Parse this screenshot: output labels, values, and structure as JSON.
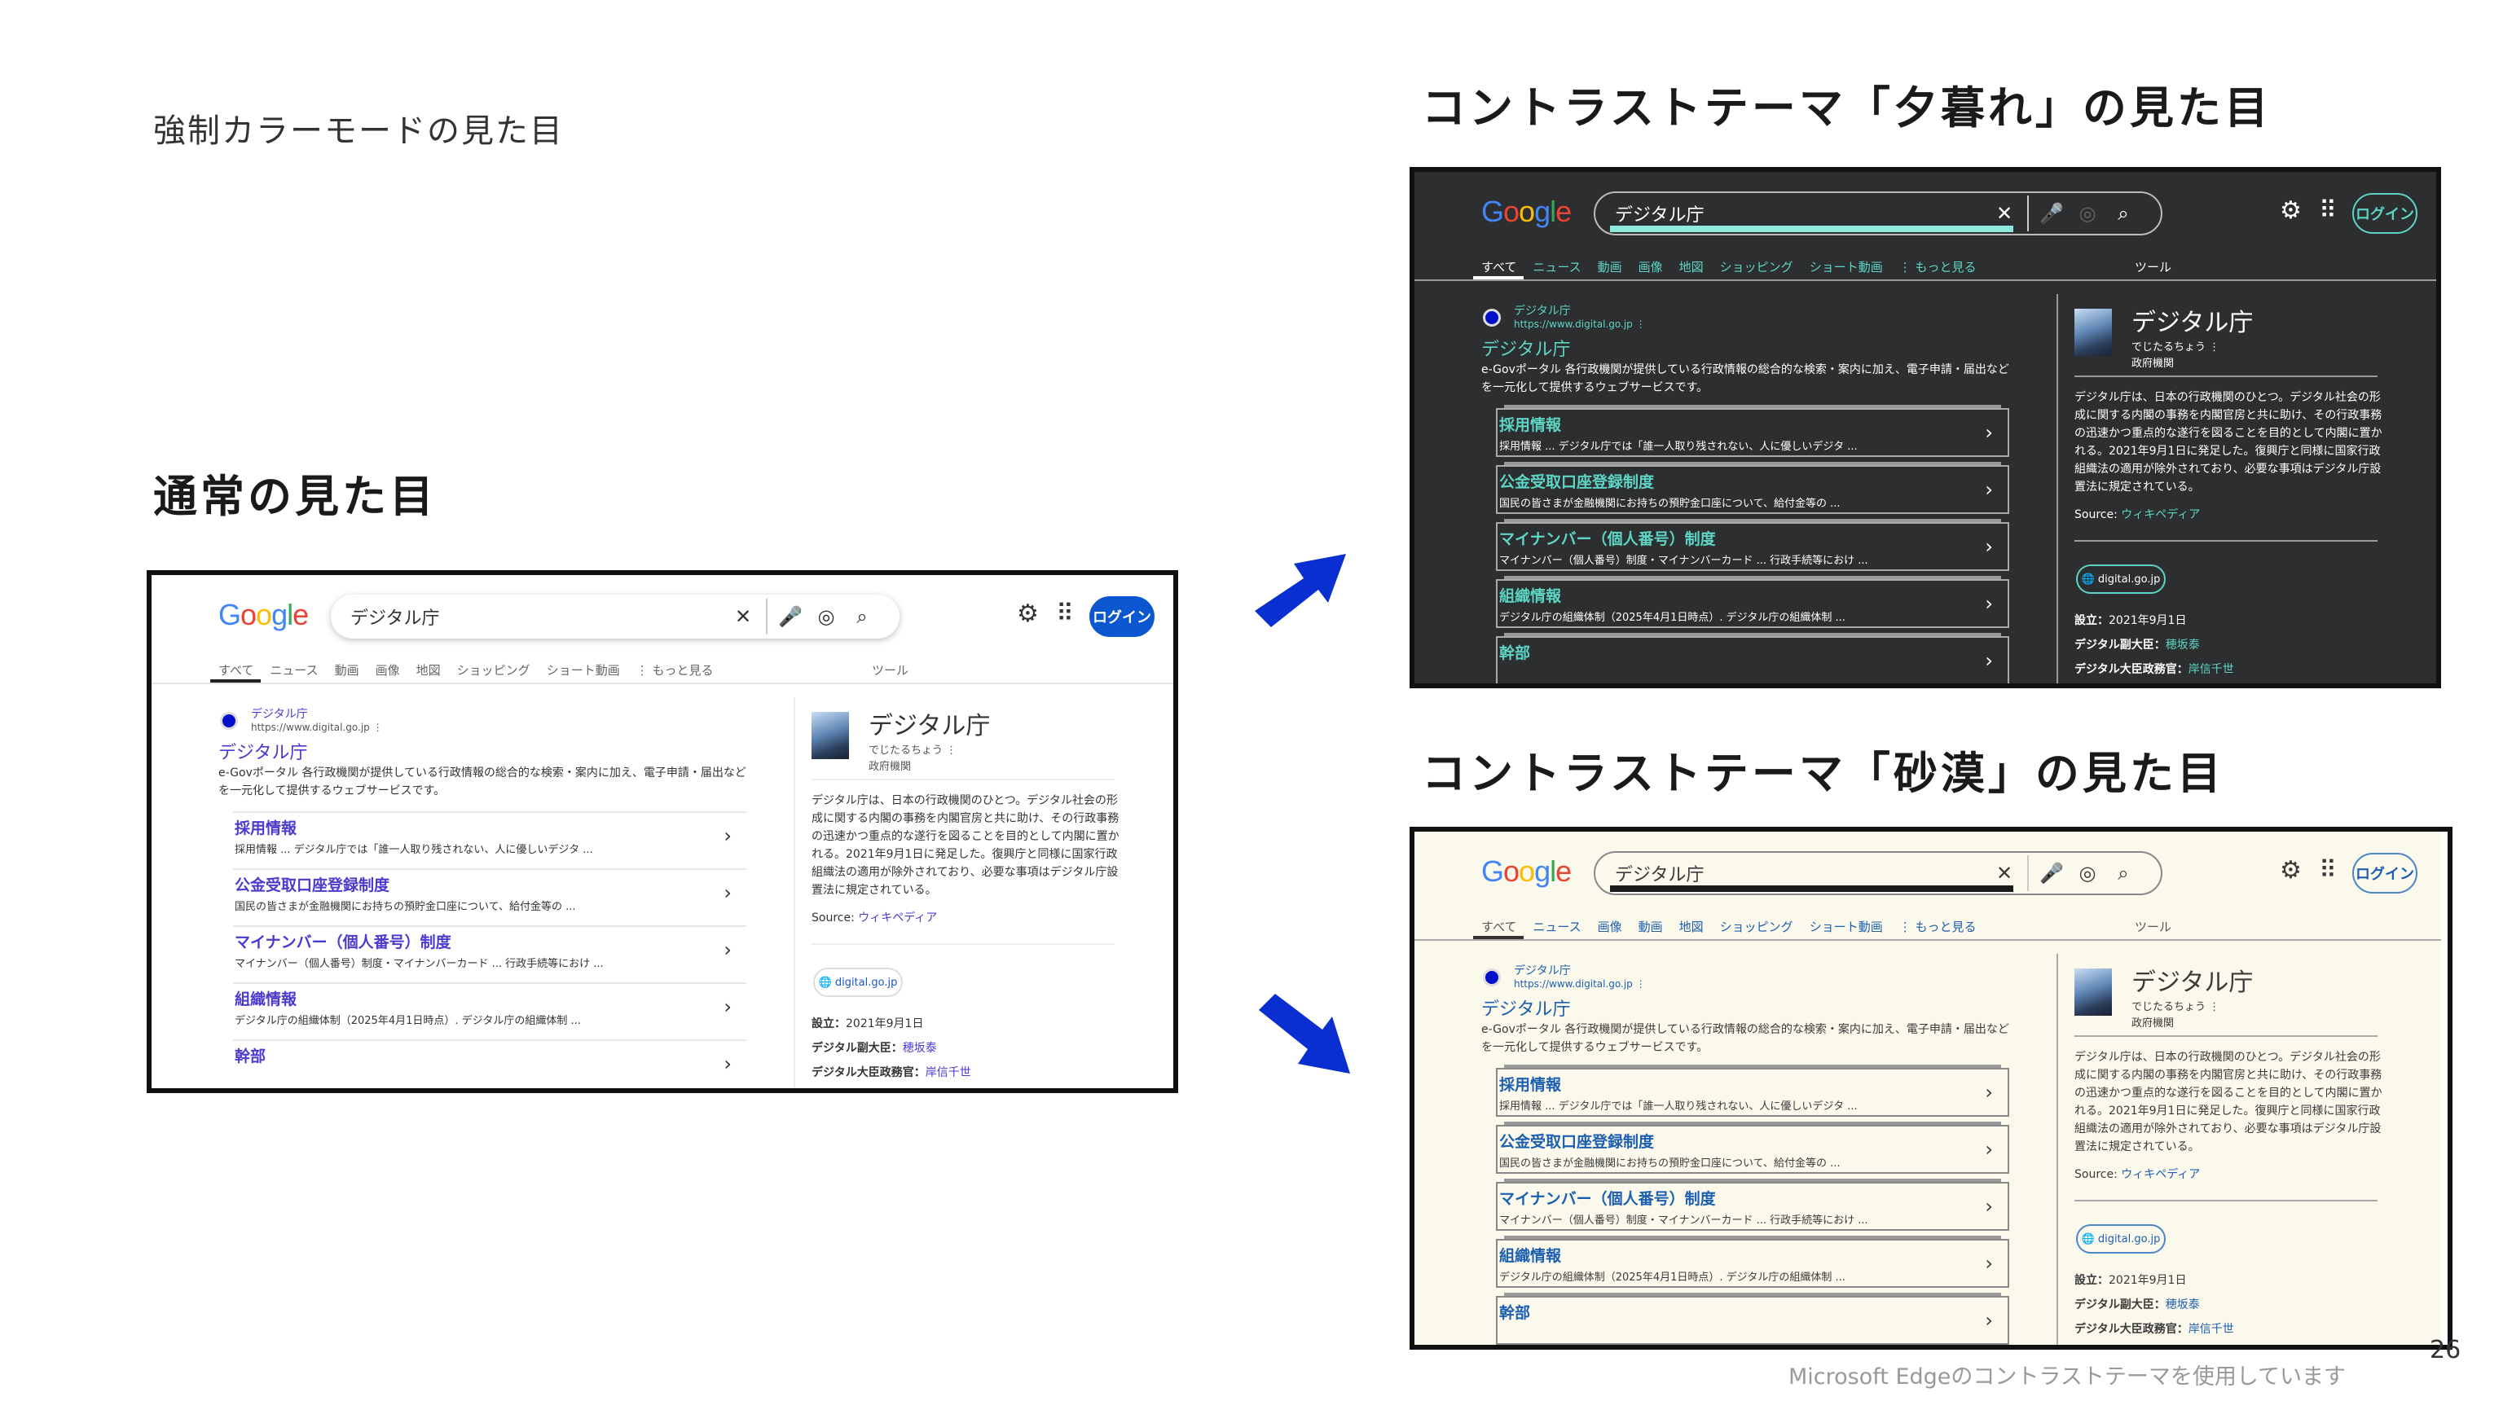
{
  "slide": {
    "caption": "強制カラーモードの見た目",
    "normal_heading": "通常の見た目",
    "dusk_heading": "コントラストテーマ「夕暮れ」の見た目",
    "desert_heading": "コントラストテーマ「砂漠」の見た目",
    "footnote": "Microsoft Edgeのコントラストテーマを使用しています",
    "page_number": "26",
    "arrow_color": "#0a2fd0"
  },
  "google": {
    "logo": "Google",
    "query": "デジタル庁",
    "clear_icon": "✕",
    "mic_icon": "🎤",
    "lens_icon": "◎",
    "search_icon": "⌕",
    "settings_icon": "⚙",
    "apps_icon": "⠿",
    "login": "ログイン",
    "more": "⋮ もっと見る",
    "tools": "ツール",
    "result": {
      "site_name": "デジタル庁",
      "url": "https://www.digital.go.jp",
      "menu": "⋮",
      "title": "デジタル庁",
      "snippet": "e-Govポータル 各行政機関が提供している行政情報の総合的な検索・案内に加え、電子申請・届出などを一元化して提供するウェブサービスです。",
      "sitelinks": [
        {
          "title": "採用情報",
          "desc": "採用情報 ... デジタル庁では「誰一人取り残されない、人に優しいデジタ ..."
        },
        {
          "title": "公金受取口座登録制度",
          "desc": "国民の皆さまが金融機関にお持ちの預貯金口座について、給付金等の ..."
        },
        {
          "title": "マイナンバー（個人番号）制度",
          "desc": "マイナンバー（個人番号）制度・マイナンバーカード ... 行政手続等におけ ..."
        },
        {
          "title": "組織情報",
          "desc": "デジタル庁の組織体制（2025年4月1日時点）. デジタル庁の組織体制 ..."
        },
        {
          "title": "幹部",
          "desc": ""
        }
      ]
    },
    "knowledge": {
      "title": "デジタル庁",
      "reading": "でじたるちょう ⋮",
      "category": "政府機関",
      "description": "デジタル庁は、日本の行政機関のひとつ。デジタル社会の形成に関する内閣の事務を内閣官房と共に助け、その行政事務の迅速かつ重点的な遂行を図ることを目的として内閣に置かれる。2021年9月1日に発足した。復興庁と同様に国家行政組織法の適用が除外されており、必要な事項はデジタル庁設置法に規定されている。",
      "source_label": "Source: ",
      "source_link": "ウィキペディア",
      "chip": "digital.go.jp",
      "facts": [
        {
          "label": "設立：",
          "value": "2021年9月1日",
          "link": false
        },
        {
          "label": "デジタル副大臣：",
          "value": "穂坂泰",
          "link": true
        },
        {
          "label": "デジタル大臣政務官：",
          "value": "岸信千世",
          "link": true
        }
      ]
    }
  },
  "panels": [
    {
      "theme": "normal",
      "tabs": [
        "すべて",
        "ニュース",
        "動画",
        "画像",
        "地図",
        "ショッピング",
        "ショート動画"
      ]
    },
    {
      "theme": "dusk",
      "tabs": [
        "すべて",
        "ニュース",
        "動画",
        "画像",
        "地図",
        "ショッピング",
        "ショート動画"
      ]
    },
    {
      "theme": "desert",
      "tabs": [
        "すべて",
        "ニュース",
        "画像",
        "動画",
        "地図",
        "ショッピング",
        "ショート動画"
      ]
    }
  ]
}
